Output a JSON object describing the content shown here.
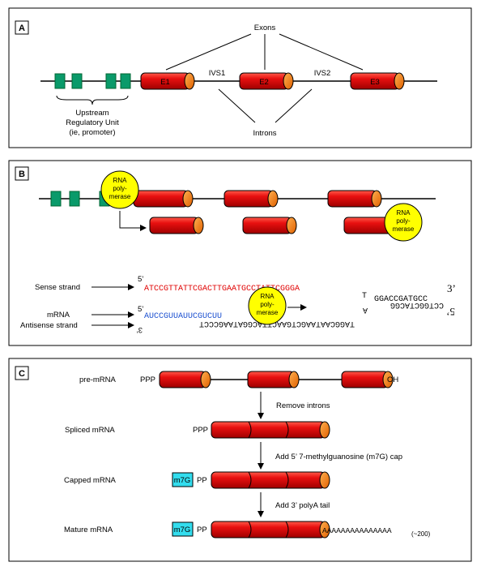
{
  "panelA": {
    "letter": "A",
    "exons_label": "Exons",
    "introns_label": "Introns",
    "exon_labels": [
      "E1",
      "E2",
      "E3"
    ],
    "intron_labels": [
      "IVS1",
      "IVS2"
    ],
    "upstream_lines": [
      "Upstream",
      "Regulatory Unit",
      "(ie, promoter)"
    ]
  },
  "panelB": {
    "letter": "B",
    "rna_pol": [
      "RNA",
      "poly-",
      "merase"
    ],
    "sense_label": "Sense strand",
    "mrna_label": "mRNA",
    "antisense_label": "Antisense strand",
    "five_prime": "5’",
    "three_prime": "3’",
    "three_prime_flipped": "3’",
    "five_prime_flipped": "5’",
    "sense_seq": "ATCCGTTATTCGACTTGAATGCCTATTCGGGA",
    "sense_tail": "GGACCGATGCC",
    "antisense_tail": "CCTGGCTACGG",
    "loop_top": "T",
    "loop_bottom": "A",
    "mrna_seq": "AUCCGUUAUUCGUCUU",
    "antisense_seq": "TAGGCAATAAGCTGAACTTACGGATAAGCCCT"
  },
  "panelC": {
    "letter": "C",
    "rows": [
      "pre-mRNA",
      "Spliced mRNA",
      "Capped mRNA",
      "Mature mRNA"
    ],
    "ppp": "PPP",
    "pp": "PP",
    "oh": "OH",
    "cap": "m7G",
    "step1": "Remove introns",
    "step2": "Add 5’ 7-methylguanosine (m7G) cap",
    "step3": "Add 3’ polyA tail",
    "polya": "AAAAAAAAAAAAAAA",
    "polya_count": "(~200)"
  },
  "colors": {
    "exon_red": "#e01010",
    "exon_end": "#f08020",
    "regulatory_green": "#0a9a6a",
    "polymerase_yellow": "#ffff00",
    "sense_red": "#e00000",
    "mrna_blue": "#1a4fd0",
    "cap_cyan": "#33ddee"
  }
}
